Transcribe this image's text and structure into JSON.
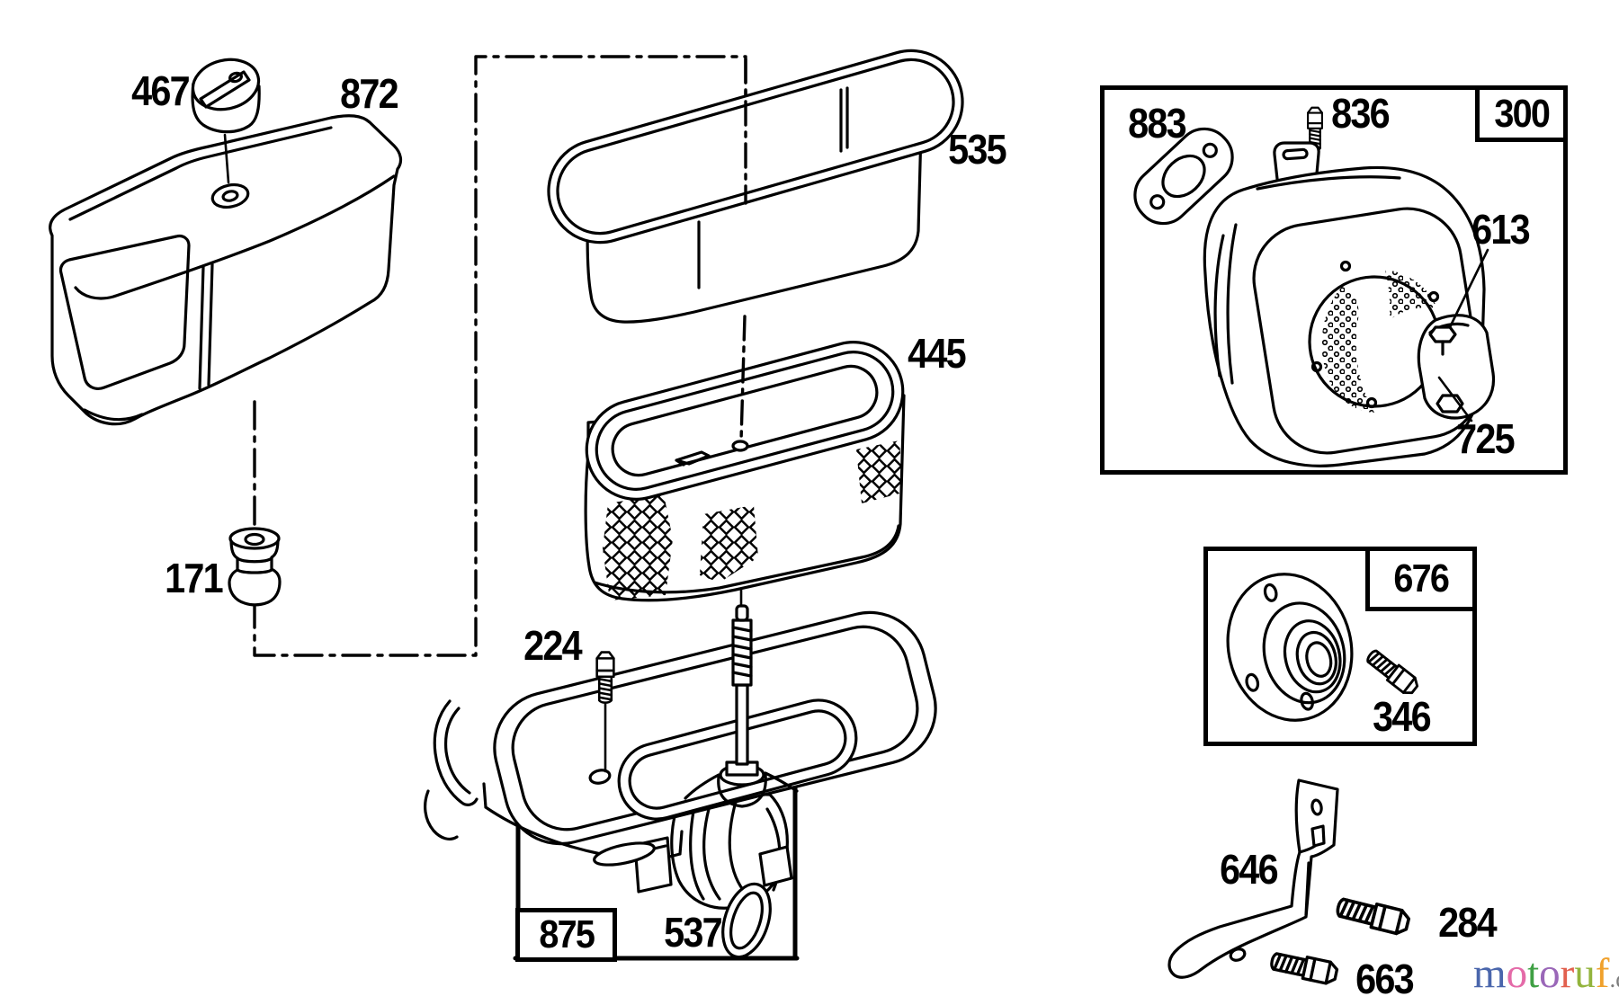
{
  "colors": {
    "background": "#ffffff",
    "ink": "#000000"
  },
  "parts": {
    "p467": {
      "num": "467"
    },
    "p872": {
      "num": "872"
    },
    "p535": {
      "num": "535"
    },
    "p445": {
      "num": "445"
    },
    "p171": {
      "num": "171"
    },
    "p224": {
      "num": "224"
    },
    "p875": {
      "num": "875"
    },
    "p537": {
      "num": "537"
    },
    "p300": {
      "num": "300"
    },
    "p883": {
      "num": "883"
    },
    "p836": {
      "num": "836"
    },
    "p613": {
      "num": "613"
    },
    "p725": {
      "num": "725"
    },
    "p676": {
      "num": "676"
    },
    "p346": {
      "num": "346"
    },
    "p646": {
      "num": "646"
    },
    "p284": {
      "num": "284"
    },
    "p663": {
      "num": "663"
    }
  },
  "logo": {
    "letters": [
      {
        "ch": "m",
        "style": "color:#4a66ac"
      },
      {
        "ch": "o",
        "style": "color:#e46aa8"
      },
      {
        "ch": "t",
        "style": "color:#3fa044"
      },
      {
        "ch": "o",
        "style": "color:#9a67b8"
      },
      {
        "ch": "r",
        "style": "color:#e2604e"
      },
      {
        "ch": "u",
        "style": "color:#93b43d"
      },
      {
        "ch": "f",
        "style": "color:#f0a12c"
      }
    ],
    "suffix": ".de",
    "suffix_style": "color:#7d7d7d"
  }
}
